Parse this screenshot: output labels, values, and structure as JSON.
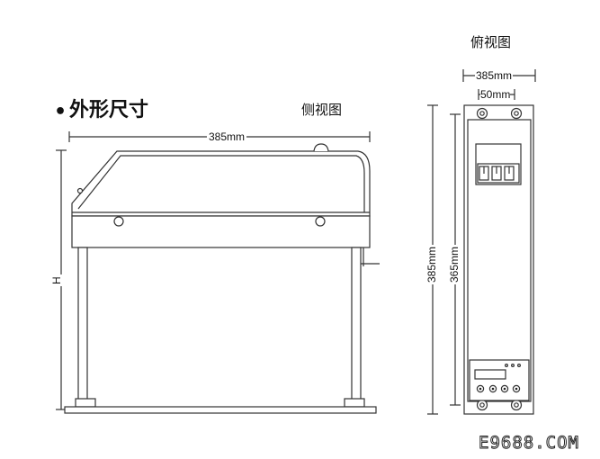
{
  "heading": {
    "bullet": "•",
    "title": "外形尺寸"
  },
  "side_view": {
    "caption": "侧视图",
    "width_label": "385mm",
    "height_label": "H"
  },
  "top_view": {
    "caption": "俯视图",
    "width_label": "385mm",
    "inner_label": "50mm",
    "outer_height_label": "385mm",
    "inner_height_label": "365mm"
  },
  "watermark": "E9688.COM"
}
